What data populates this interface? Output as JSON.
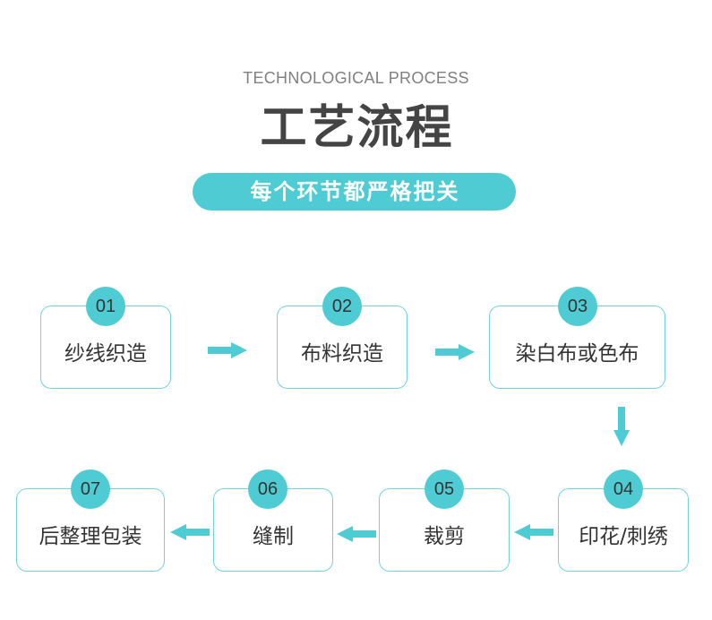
{
  "header": {
    "subtitle": "TECHNOLOGICAL PROCESS",
    "title": "工艺流程",
    "tagline": "每个环节都严格把关"
  },
  "steps": [
    {
      "number": "01",
      "label": "纱线织造"
    },
    {
      "number": "02",
      "label": "布料织造"
    },
    {
      "number": "03",
      "label": "染白布或色布"
    },
    {
      "number": "04",
      "label": "印花/刺绣"
    },
    {
      "number": "05",
      "label": "裁剪"
    },
    {
      "number": "06",
      "label": "缝制"
    },
    {
      "number": "07",
      "label": "后整理包装"
    }
  ],
  "arrows": [
    "arrow-right-icon",
    "arrow-right-icon",
    "arrow-down-icon",
    "arrow-left-icon",
    "arrow-left-icon",
    "arrow-left-icon"
  ],
  "colors": {
    "accent": "#4fccd3",
    "box_border": "#74d3d9",
    "label_text": "#333333",
    "title_text": "#444444",
    "subtitle_text": "#808080",
    "tagline_text": "#ffffff",
    "badge_text": "#333333"
  }
}
